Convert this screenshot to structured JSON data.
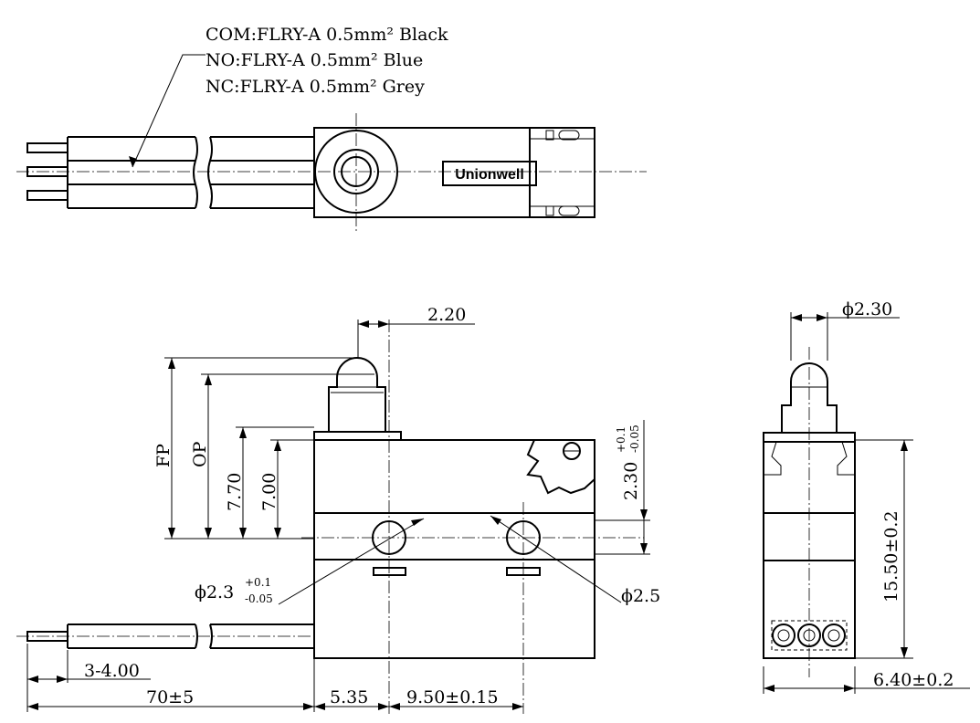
{
  "wires": {
    "com": "COM:FLRY-A 0.5mm² Black",
    "no": "NO:FLRY-A 0.5mm² Blue",
    "nc": "NC:FLRY-A 0.5mm² Grey"
  },
  "brand": "Unionwell",
  "front_view": {
    "dim_actuator_offset": "2.20",
    "label_fp": "FP",
    "label_op": "OP",
    "dim_770": "7.70",
    "dim_700": "7.00",
    "dim_hole_height_base": "2.30",
    "dim_hole_height_tol_plus": "+0.1",
    "dim_hole_height_tol_minus": "-0.05",
    "dim_hole_left_base": "ϕ2.3",
    "dim_hole_left_tol_plus": "+0.1",
    "dim_hole_left_tol_minus": "-0.05",
    "dim_hole_right": "ϕ2.5",
    "dim_strip": "3-4.00",
    "dim_lead": "70±5",
    "dim_535": "5.35",
    "dim_950": "9.50±0.15"
  },
  "side_view": {
    "dim_plunger": "ϕ2.30",
    "dim_height": "15.50±0.2",
    "dim_width": "6.40±0.2"
  }
}
